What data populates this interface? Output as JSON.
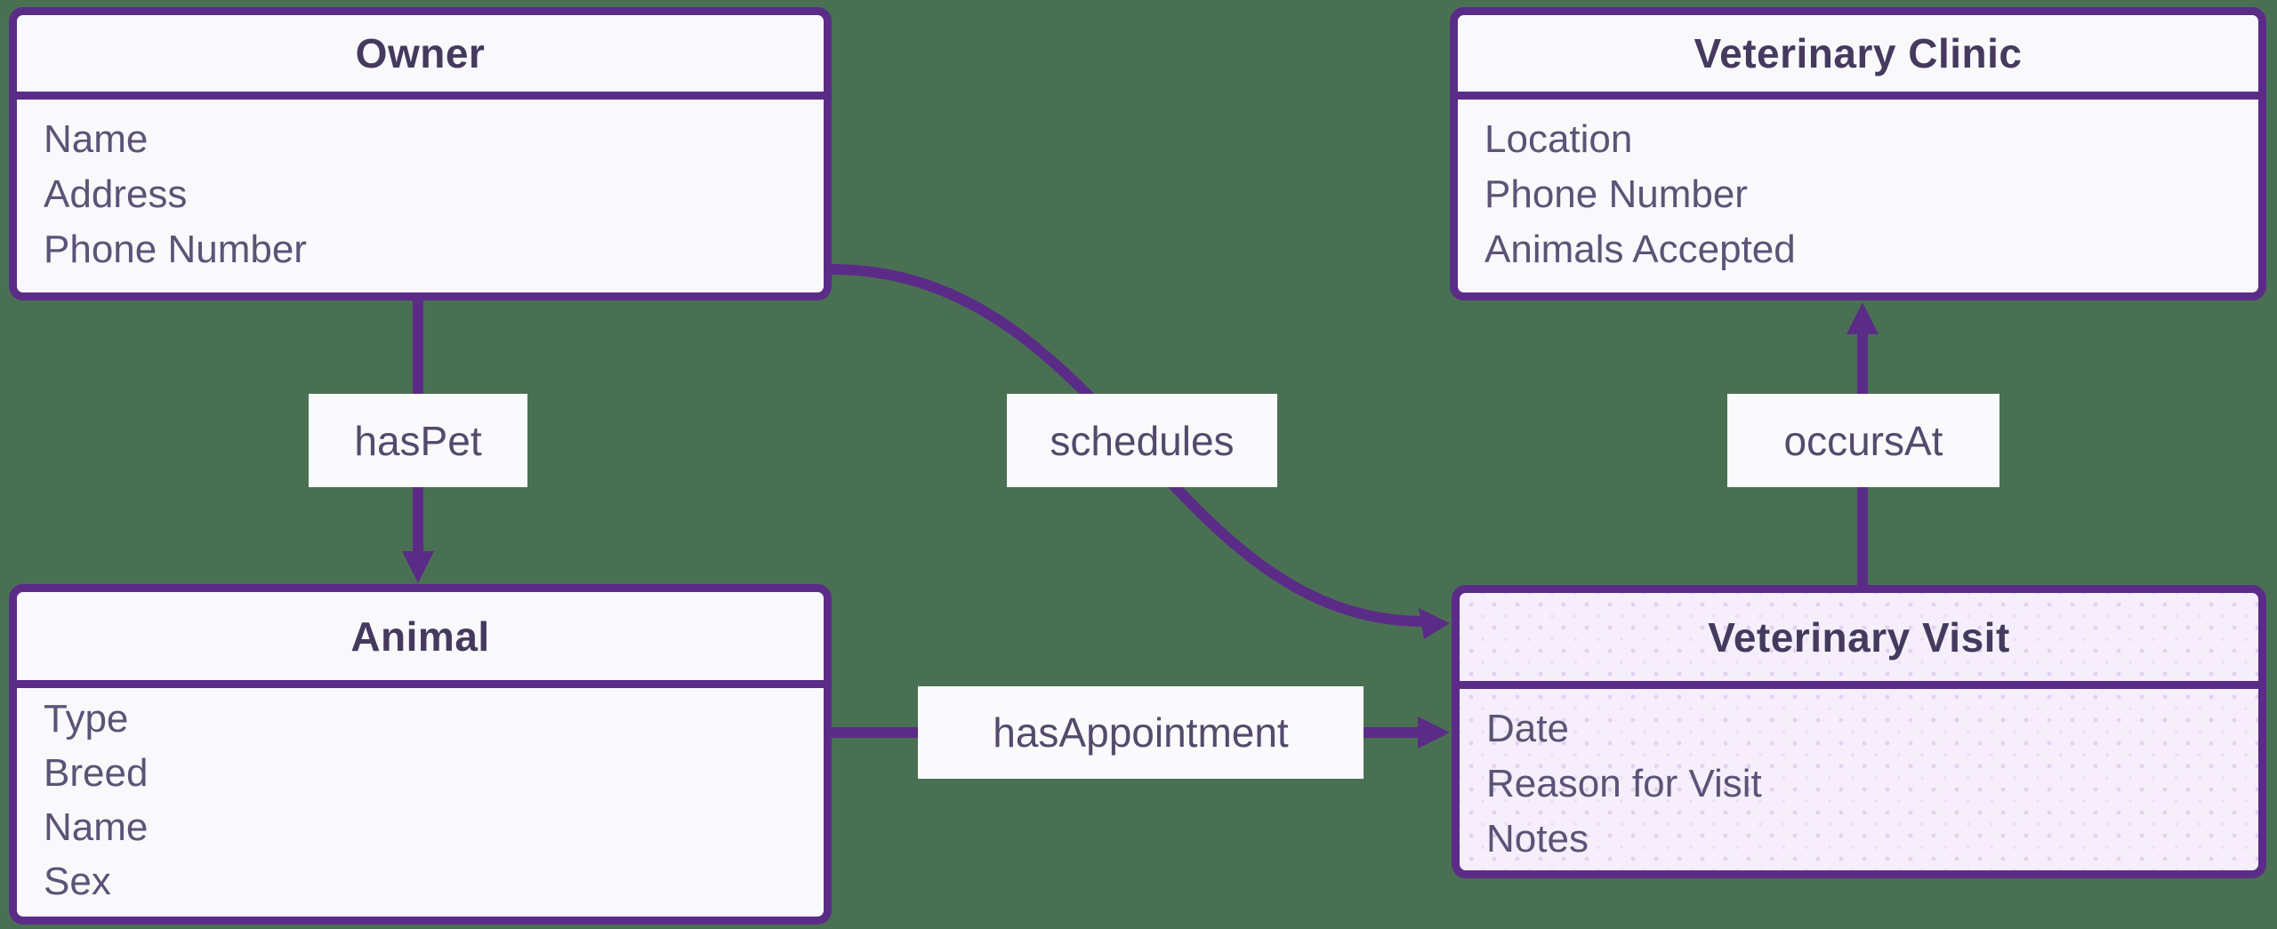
{
  "diagram": {
    "type": "entity-relationship",
    "background_color": "#4a7054",
    "accent_color": "#5b2c87",
    "node_fill": "#f9f9fc",
    "highlight_fill": "#f6effb",
    "title_text_color": "#453a5e",
    "attribute_text_color": "#5c5376",
    "entities": [
      {
        "id": "owner",
        "title": "Owner",
        "attributes": [
          "Name",
          "Address",
          "Phone Number"
        ]
      },
      {
        "id": "veterinary-clinic",
        "title": "Veterinary Clinic",
        "attributes": [
          "Location",
          "Phone Number",
          "Animals Accepted"
        ]
      },
      {
        "id": "animal",
        "title": "Animal",
        "attributes": [
          "Type",
          "Breed",
          "Name",
          "Sex"
        ]
      },
      {
        "id": "veterinary-visit",
        "title": "Veterinary Visit",
        "attributes": [
          "Date",
          "Reason for Visit",
          "Notes"
        ],
        "highlighted": true
      }
    ],
    "relationships": [
      {
        "label": "hasPet",
        "from": "Owner",
        "to": "Animal"
      },
      {
        "label": "schedules",
        "from": "Owner",
        "to": "Veterinary Visit"
      },
      {
        "label": "hasAppointment",
        "from": "Animal",
        "to": "Veterinary Visit"
      },
      {
        "label": "occursAt",
        "from": "Veterinary Visit",
        "to": "Veterinary Clinic"
      }
    ]
  }
}
